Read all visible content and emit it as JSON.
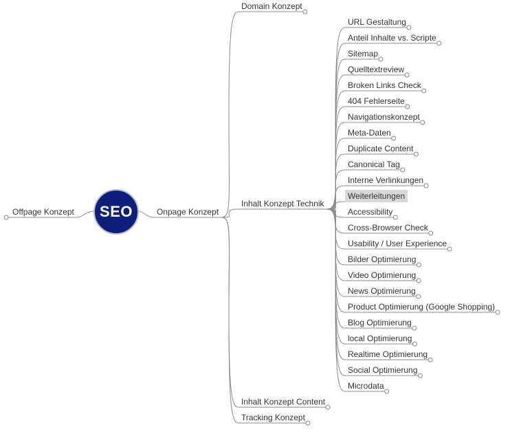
{
  "root": {
    "label": "SEO"
  },
  "left": [
    {
      "label": "Offpage Konzept"
    }
  ],
  "onpage": {
    "label": "Onpage Konzept",
    "children": [
      {
        "label": "Domain Konzept"
      },
      {
        "label": "Inhalt Konzept Technik",
        "children": [
          {
            "label": "URL Gestaltung"
          },
          {
            "label": "Anteil Inhalte vs. Scripte"
          },
          {
            "label": "Sitemap"
          },
          {
            "label": "Quelltextreview"
          },
          {
            "label": "Broken Links Check"
          },
          {
            "label": "404 Fehlerseite"
          },
          {
            "label": "Navigationskonzept"
          },
          {
            "label": "Meta-Daten"
          },
          {
            "label": "Duplicate Content"
          },
          {
            "label": "Canonical Tag"
          },
          {
            "label": "Interne Verlinkungen"
          },
          {
            "label": "Weiterleitungen",
            "selected": true
          },
          {
            "label": "Accessibility"
          },
          {
            "label": "Cross-Browser Check"
          },
          {
            "label": "Usability / User Experience"
          },
          {
            "label": "Bilder Optimierung"
          },
          {
            "label": "Video Optimierung"
          },
          {
            "label": "News Optimierung"
          },
          {
            "label": "Product Optimierung (Google Shopping)"
          },
          {
            "label": "Blog Optimierung"
          },
          {
            "label": "local Optimierung"
          },
          {
            "label": "Realtime Optimierung"
          },
          {
            "label": "Social Optimierung"
          },
          {
            "label": "Microdata"
          }
        ]
      },
      {
        "label": "Inhalt Konzept Content"
      },
      {
        "label": "Tracking Konzept"
      }
    ]
  }
}
